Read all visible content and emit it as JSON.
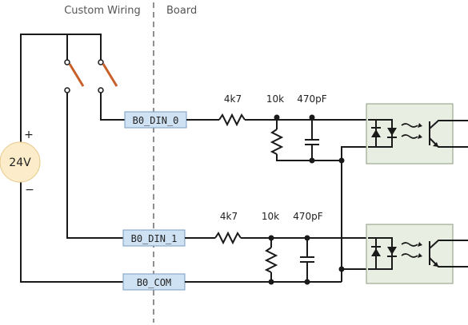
{
  "headers": {
    "left": "Custom Wiring",
    "right": "Board"
  },
  "supply": {
    "label": "24V",
    "plus": "+",
    "minus": "−",
    "fill_color": "#fdecc9",
    "stroke_color": "#e5c98a"
  },
  "connectors": [
    {
      "label": "B0_DIN_0"
    },
    {
      "label": "B0_DIN_1"
    },
    {
      "label": "B0_COM"
    }
  ],
  "connector_fill": "#cfe2f3",
  "connector_stroke": "#7a9cc2",
  "channel_0": {
    "resistor": "4k7",
    "pulldown": "10k",
    "capacitor": "470pF"
  },
  "channel_1": {
    "resistor": "4k7",
    "pulldown": "10k",
    "capacitor": "470pF"
  },
  "switch_color": "#c8602a",
  "optocoupler_fill": "#e9eee3",
  "icons": [
    "switch-icon",
    "resistor-icon",
    "capacitor-icon",
    "optocoupler-icon",
    "battery-icon"
  ]
}
